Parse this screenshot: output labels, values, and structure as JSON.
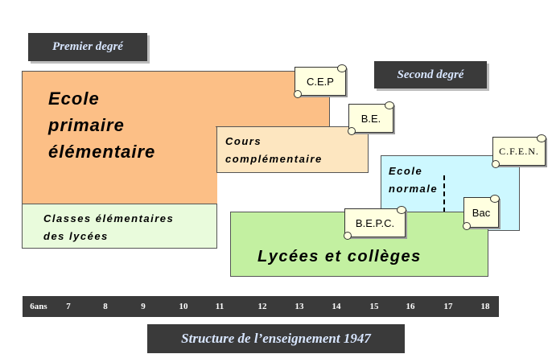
{
  "labels": {
    "premier": "Premier degré",
    "second": "Second degré",
    "title": "Structure de l’enseignement  1947"
  },
  "blocks": {
    "ecole_primaire": [
      "Ecole",
      "primaire",
      "élémentaire"
    ],
    "classes": [
      "Classes élémentaires",
      "des lycées"
    ],
    "cours": [
      "Cours",
      "complémentaire"
    ],
    "ecole_normale": [
      "Ecole",
      "normale"
    ],
    "lycees": "Lycées et collèges"
  },
  "diplomas": {
    "cep": "C.E.P",
    "be": "B.E.",
    "cfen": "C.F.E.N.",
    "bepc": "B.E.P.C.",
    "bac": "Bac"
  },
  "axis": [
    "6ans",
    "7",
    "8",
    "9",
    "10",
    "11",
    "12",
    "13",
    "14",
    "15",
    "16",
    "17",
    "18"
  ],
  "colors": {
    "primaire": "#fcbf86",
    "classes": "#e9fbdc",
    "cours": "#fde6c0",
    "normale": "#cdf8ff",
    "lycees": "#c3f0a1",
    "label_bg": "#3a3a3a"
  }
}
